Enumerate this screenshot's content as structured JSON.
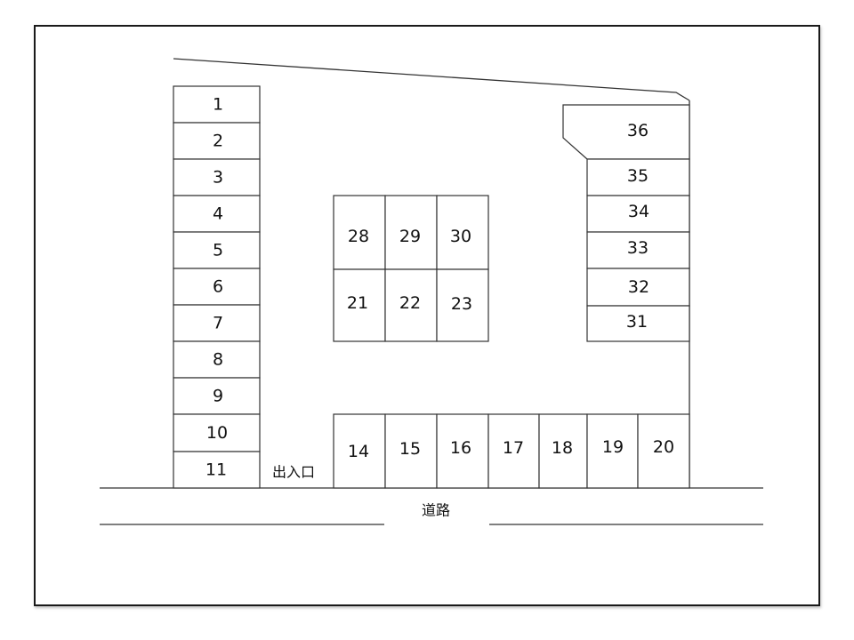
{
  "spaces": {
    "s1": "1",
    "s2": "2",
    "s3": "3",
    "s4": "4",
    "s5": "5",
    "s6": "6",
    "s7": "7",
    "s8": "8",
    "s9": "9",
    "s10": "10",
    "s11": "11",
    "s14": "14",
    "s15": "15",
    "s16": "16",
    "s17": "17",
    "s18": "18",
    "s19": "19",
    "s20": "20",
    "s21": "21",
    "s22": "22",
    "s23": "23",
    "s28": "28",
    "s29": "29",
    "s30": "30",
    "s31": "31",
    "s32": "32",
    "s33": "33",
    "s34": "34",
    "s35": "35",
    "s36": "36"
  },
  "labels": {
    "entrance": "出入口",
    "road": "道路"
  }
}
